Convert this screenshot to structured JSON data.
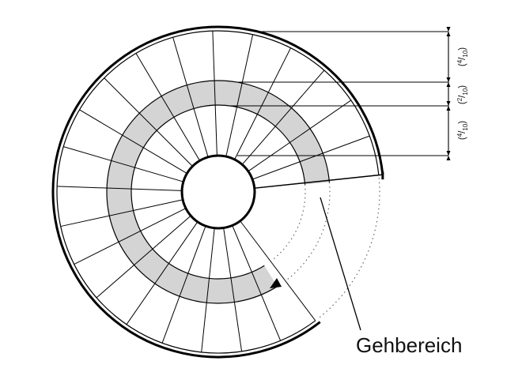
{
  "diagram": {
    "walking_area_label": "Gehbereich",
    "dimensions": [
      {
        "whole": "(",
        "numerator": "4",
        "denominator": "10",
        "close": ")"
      },
      {
        "whole": "(",
        "numerator": "2",
        "denominator": "10",
        "close": ")"
      },
      {
        "whole": "(",
        "numerator": "4",
        "denominator": "10",
        "close": ")"
      }
    ],
    "step_count": 21,
    "colors": {
      "stroke": "#000000",
      "walking_band": "#d4d4d4",
      "background": "#ffffff"
    }
  }
}
